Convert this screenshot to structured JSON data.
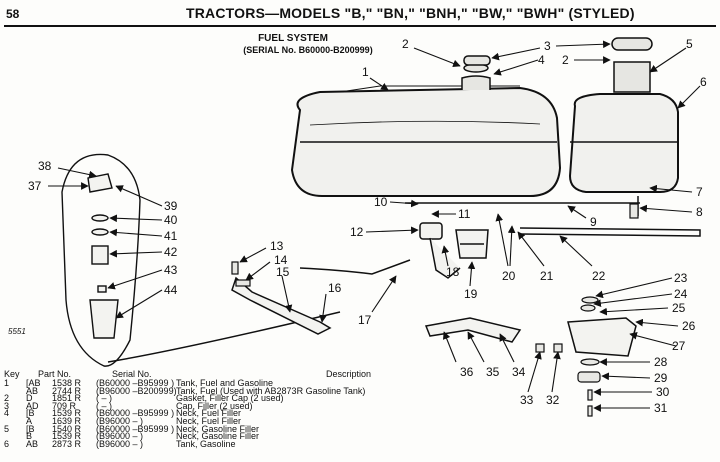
{
  "header": {
    "page_number": "58",
    "title": "TRACTORS—MODELS \"B,\" \"BN,\" \"BNH,\" \"BW,\" \"BWH\" (STYLED)"
  },
  "figure": {
    "title": "FUEL SYSTEM",
    "serial_range": "(SERIAL No. B60000-B200999)",
    "figure_id": "5551",
    "callouts": [
      "1",
      "2",
      "3",
      "4",
      "2",
      "3",
      "5",
      "6",
      "7",
      "8",
      "9",
      "10",
      "11",
      "12",
      "13",
      "14",
      "15",
      "16",
      "17",
      "18",
      "19",
      "20",
      "21",
      "22",
      "23",
      "24",
      "25",
      "26",
      "27",
      "28",
      "29",
      "30",
      "31",
      "32",
      "33",
      "34",
      "35",
      "36",
      "37",
      "38",
      "39",
      "40",
      "41",
      "42",
      "43",
      "44"
    ]
  },
  "parts_list": {
    "headers": {
      "key": "Key",
      "part_no": "Part No.",
      "serial_no": "Serial No.",
      "description": "Description"
    },
    "rows": [
      {
        "key": "1",
        "prefix": "[AB",
        "part": "1538 R",
        "serial": "(B60000 –B95999 )",
        "desc": "Tank, Fuel and Gasoline"
      },
      {
        "key": "",
        "prefix": "AB",
        "part": "2744 R",
        "serial": "(B96000 –B200999)",
        "desc": "Tank, Fuel (Used with AB2873R Gasoline Tank)"
      },
      {
        "key": "2",
        "prefix": "D",
        "part": "1851 R",
        "serial": "(          –          )",
        "desc": "Gasket, Filler Cap (2 used)"
      },
      {
        "key": "3",
        "prefix": "AD",
        "part": "709 R",
        "serial": "(          –          )",
        "desc": "Cap, Filler (2 used)"
      },
      {
        "key": "4",
        "prefix": "[B",
        "part": "1539 R",
        "serial": "(B60000 –B95999 )",
        "desc": "Neck, Fuel Filler"
      },
      {
        "key": "",
        "prefix": "A",
        "part": "1639 R",
        "serial": "(B96000 –          )",
        "desc": "Neck, Fuel Filler"
      },
      {
        "key": "5",
        "prefix": "[B",
        "part": "1540 R",
        "serial": "(B60000 –B95999 )",
        "desc": "Neck, Gasoline Filler"
      },
      {
        "key": "",
        "prefix": "B",
        "part": "1539 R",
        "serial": "(B96000 –          )",
        "desc": "Neck, Gasoline Filler"
      },
      {
        "key": "6",
        "prefix": "AB",
        "part": "2873 R",
        "serial": "(B96000 –          )",
        "desc": "Tank, Gasoline"
      }
    ]
  }
}
